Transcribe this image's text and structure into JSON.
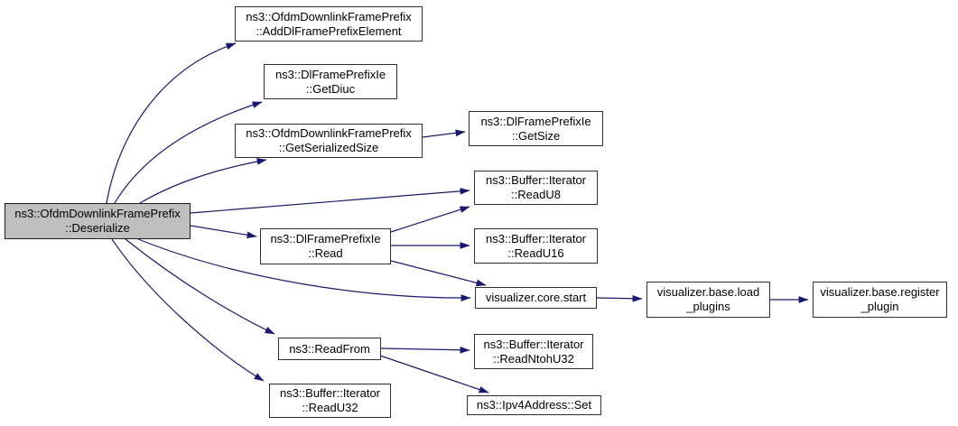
{
  "diagram": {
    "type": "call-graph",
    "root": "ns3::OfdmDownlinkFramePrefix::Deserialize",
    "colors": {
      "edge": "#191970",
      "node_border": "#2e2e2e",
      "node_fill": "#ffffff",
      "highlight_fill": "#bfbfbf",
      "text": "#000000",
      "background": "#ffffff"
    },
    "nodes": [
      {
        "id": "deserialize",
        "line1": "ns3::OfdmDownlinkFramePrefix",
        "line2": "::Deserialize",
        "highlighted": true
      },
      {
        "id": "add-dl-frame-prefix-element",
        "line1": "ns3::OfdmDownlinkFramePrefix",
        "line2": "::AddDlFramePrefixElement",
        "highlighted": false
      },
      {
        "id": "get-diuc",
        "line1": "ns3::DlFramePrefixIe",
        "line2": "::GetDiuc",
        "highlighted": false
      },
      {
        "id": "get-serialized-size",
        "line1": "ns3::OfdmDownlinkFramePrefix",
        "line2": "::GetSerializedSize",
        "highlighted": false
      },
      {
        "id": "get-size",
        "line1": "ns3::DlFramePrefixIe",
        "line2": "::GetSize",
        "highlighted": false
      },
      {
        "id": "read-u8",
        "line1": "ns3::Buffer::Iterator",
        "line2": "::ReadU8",
        "highlighted": false
      },
      {
        "id": "read",
        "line1": "ns3::DlFramePrefixIe",
        "line2": "::Read",
        "highlighted": false
      },
      {
        "id": "read-u16",
        "line1": "ns3::Buffer::Iterator",
        "line2": "::ReadU16",
        "highlighted": false
      },
      {
        "id": "core-start",
        "line1": "visualizer.core.start",
        "line2": "",
        "highlighted": false
      },
      {
        "id": "load-plugins",
        "line1": "visualizer.base.load",
        "line2": "_plugins",
        "highlighted": false
      },
      {
        "id": "register-plugin",
        "line1": "visualizer.base.register",
        "line2": "_plugin",
        "highlighted": false
      },
      {
        "id": "read-from",
        "line1": "ns3::ReadFrom",
        "line2": "",
        "highlighted": false
      },
      {
        "id": "read-ntoh-u32",
        "line1": "ns3::Buffer::Iterator",
        "line2": "::ReadNtohU32",
        "highlighted": false
      },
      {
        "id": "read-u32",
        "line1": "ns3::Buffer::Iterator",
        "line2": "::ReadU32",
        "highlighted": false
      },
      {
        "id": "ipv4-address-set",
        "line1": "ns3::Ipv4Address::Set",
        "line2": "",
        "highlighted": false
      }
    ],
    "edges": [
      {
        "from": "deserialize",
        "to": "add-dl-frame-prefix-element"
      },
      {
        "from": "deserialize",
        "to": "get-diuc"
      },
      {
        "from": "deserialize",
        "to": "get-serialized-size"
      },
      {
        "from": "deserialize",
        "to": "read-u8"
      },
      {
        "from": "deserialize",
        "to": "read"
      },
      {
        "from": "deserialize",
        "to": "core-start"
      },
      {
        "from": "deserialize",
        "to": "read-from"
      },
      {
        "from": "deserialize",
        "to": "read-u32"
      },
      {
        "from": "get-serialized-size",
        "to": "get-size"
      },
      {
        "from": "read",
        "to": "read-u8"
      },
      {
        "from": "read",
        "to": "read-u16"
      },
      {
        "from": "read",
        "to": "core-start"
      },
      {
        "from": "core-start",
        "to": "load-plugins"
      },
      {
        "from": "load-plugins",
        "to": "register-plugin"
      },
      {
        "from": "read-from",
        "to": "read-ntoh-u32"
      },
      {
        "from": "read-from",
        "to": "ipv4-address-set"
      }
    ]
  }
}
